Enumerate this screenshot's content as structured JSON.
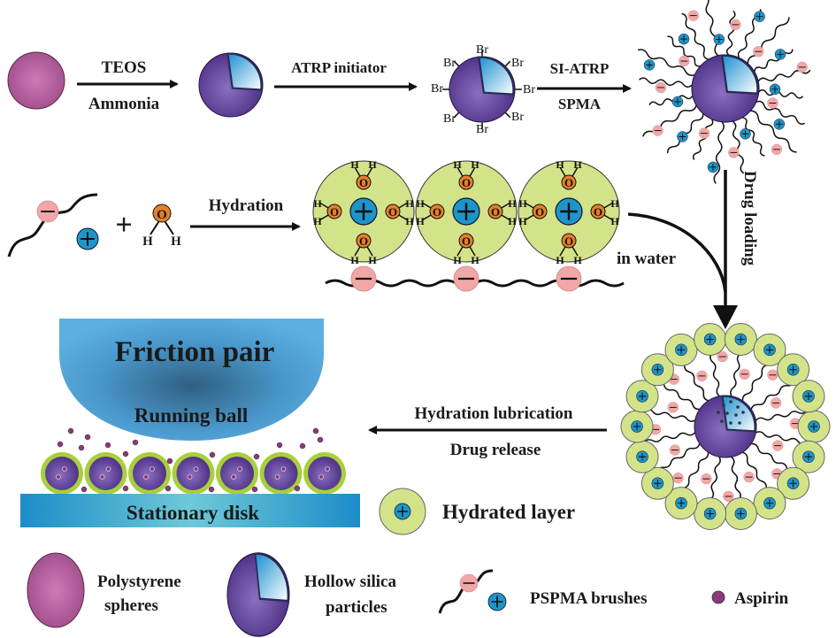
{
  "step1": {
    "top": "TEOS",
    "bottom": "Ammonia"
  },
  "step2": {
    "top": "ATRP initiator"
  },
  "bromine_label": "Br",
  "step3": {
    "top": "SI-ATRP",
    "bottom": "SPMA"
  },
  "drug_loading": "Drug loading",
  "hydration": {
    "label": "Hydration",
    "water_o": "O",
    "water_h": "H",
    "plus": "+"
  },
  "in_water": "in water",
  "friction": {
    "title": "Friction pair",
    "ball": "Running ball",
    "disk": "Stationary disk"
  },
  "lubrication": {
    "top": "Hydration lubrication",
    "bottom": "Drug release"
  },
  "hydrated_layer": "Hydrated layer",
  "legend": {
    "polystyrene": [
      "Polystyrene",
      "spheres"
    ],
    "hollow_silica": [
      "Hollow silica",
      "particles"
    ],
    "brushes": "PSPMA brushes",
    "aspirin": "Aspirin"
  },
  "colors": {
    "polystyrene": "#b0599a",
    "silica_shell": "#5a3a8c",
    "silica_inner": "#2a9fd8",
    "cation": "#1e95c8",
    "anion": "#f2a7a7",
    "water_o": "#e57f2a",
    "hydrated": "#d3e38a",
    "hydrated_ring": "#a8cf3c",
    "ball": "#4aa0d0",
    "disk": "#2a9fd0",
    "aspirin": "#8a3a7a"
  }
}
